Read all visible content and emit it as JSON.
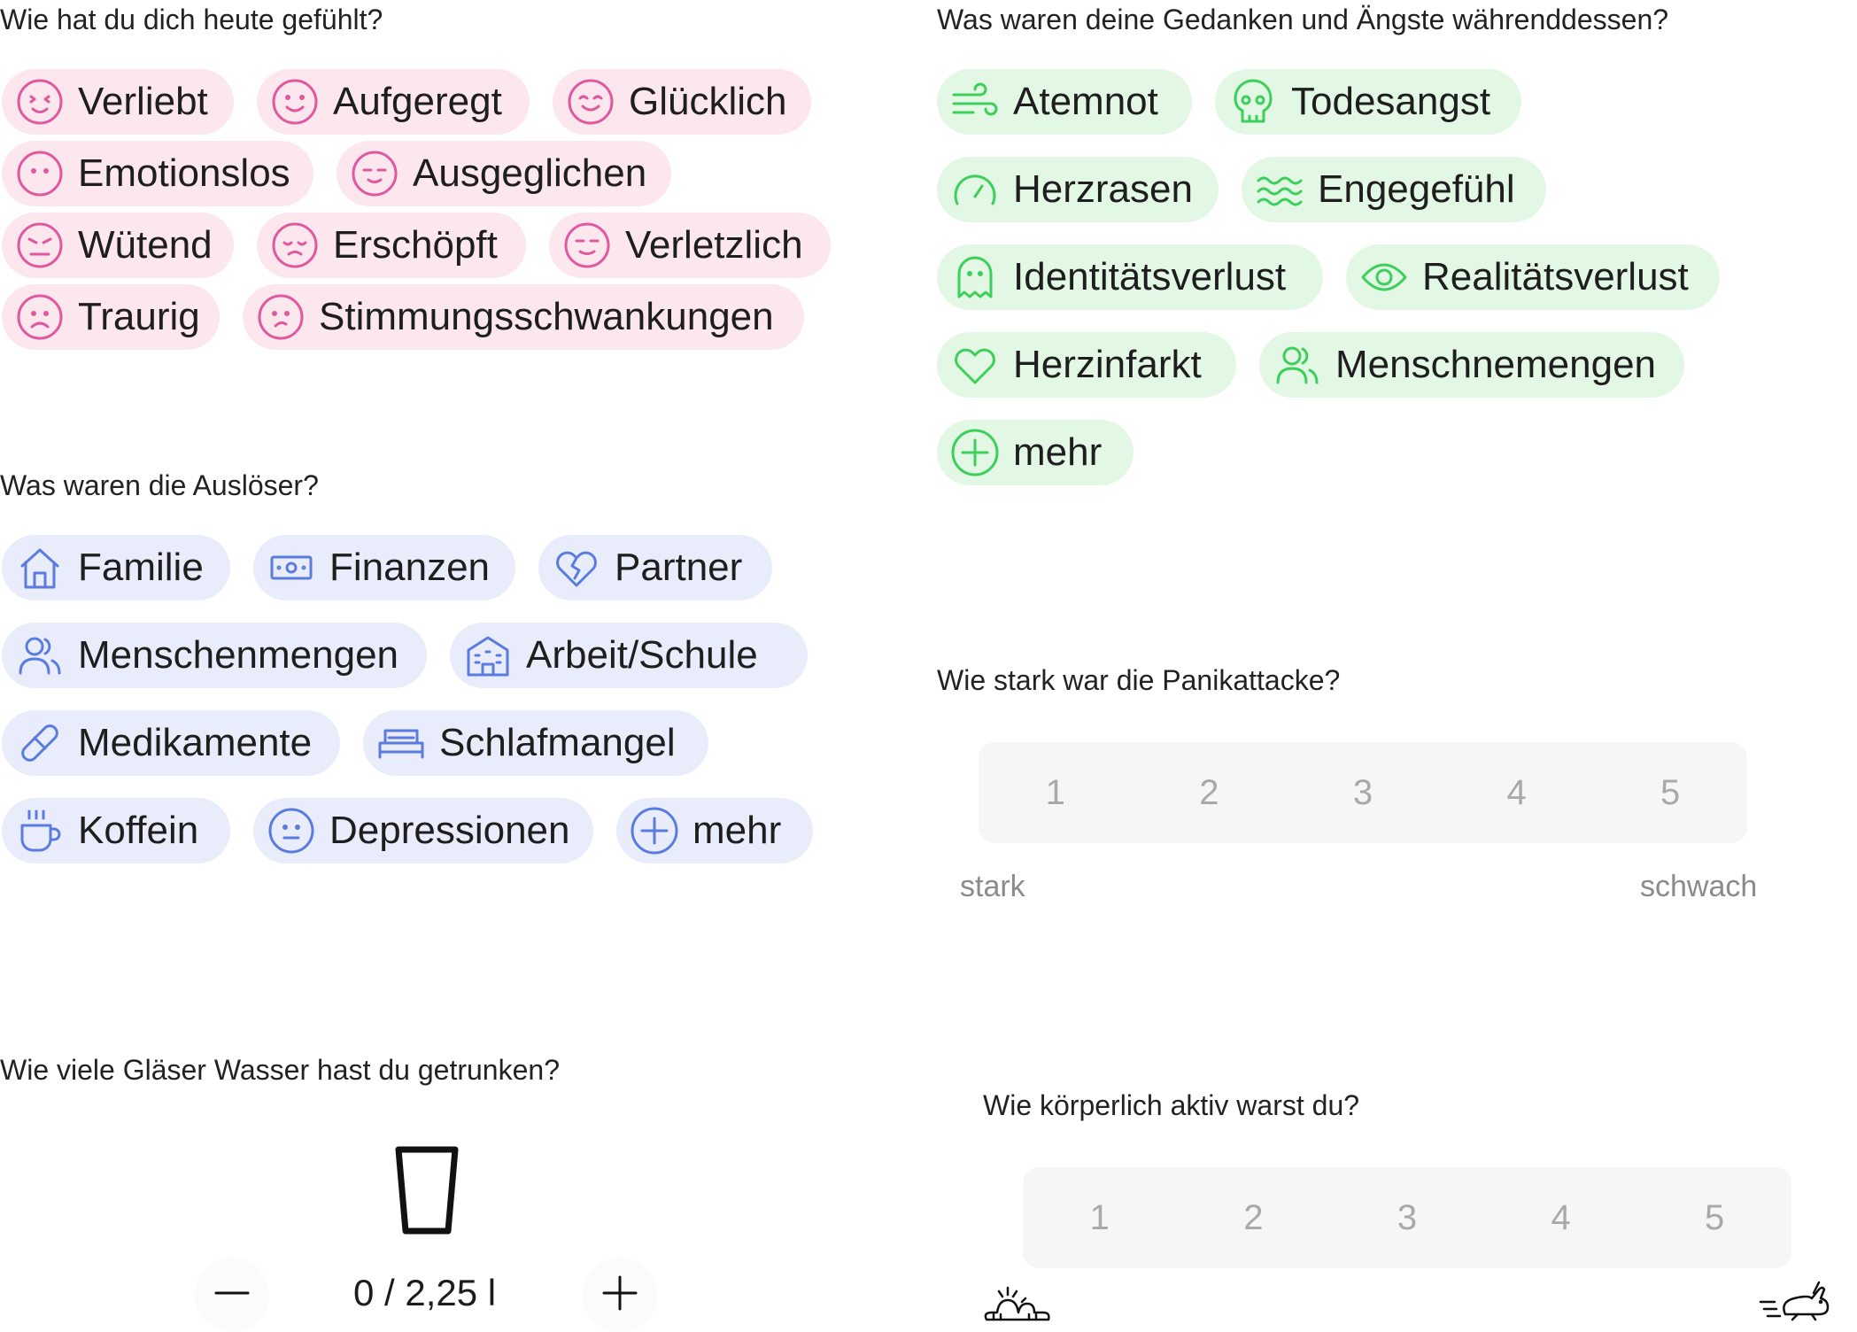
{
  "feelings": {
    "question": "Wie hat du dich heute gefühlt?",
    "rows": [
      [
        {
          "label": "Verliebt",
          "icon": "face-wink-icon"
        },
        {
          "label": "Aufgeregt",
          "icon": "face-smile-icon"
        },
        {
          "label": "Glücklich",
          "icon": "face-happy-icon"
        }
      ],
      [
        {
          "label": "Emotionslos",
          "icon": "face-blank-icon"
        },
        {
          "label": "Ausgeglichen",
          "icon": "face-calm-icon"
        }
      ],
      [
        {
          "label": "Wütend",
          "icon": "face-angry-icon"
        },
        {
          "label": "Erschöpft",
          "icon": "face-tired-icon"
        },
        {
          "label": "Verletzlich",
          "icon": "face-vulnerable-icon"
        }
      ],
      [
        {
          "label": "Traurig",
          "icon": "face-sad-icon"
        },
        {
          "label": "Stimmungsschwankungen",
          "icon": "face-unsure-icon"
        }
      ]
    ]
  },
  "triggers": {
    "question": "Was waren die Auslöser?",
    "rows": [
      [
        {
          "label": "Familie",
          "icon": "home-icon"
        },
        {
          "label": "Finanzen",
          "icon": "banknote-icon"
        },
        {
          "label": "Partner",
          "icon": "broken-heart-icon"
        }
      ],
      [
        {
          "label": "Menschenmengen",
          "icon": "people-icon"
        },
        {
          "label": "Arbeit/Schule",
          "icon": "building-icon"
        }
      ],
      [
        {
          "label": "Medikamente",
          "icon": "pill-icon"
        },
        {
          "label": "Schlafmangel",
          "icon": "bed-icon"
        }
      ],
      [
        {
          "label": "Koffein",
          "icon": "coffee-icon"
        },
        {
          "label": "Depressionen",
          "icon": "face-neutral-icon"
        },
        {
          "label": "mehr",
          "icon": "plus-circle-icon"
        }
      ]
    ]
  },
  "thoughts": {
    "question": "Was waren deine Gedanken und Ängste währenddessen?",
    "rows": [
      [
        {
          "label": "Atemnot",
          "icon": "wind-icon"
        },
        {
          "label": "Todesangst",
          "icon": "skull-icon"
        }
      ],
      [
        {
          "label": "Herzrasen",
          "icon": "speedometer-icon"
        },
        {
          "label": "Engegefühl",
          "icon": "waves-icon"
        }
      ],
      [
        {
          "label": "Identitätsverlust",
          "icon": "ghost-icon"
        },
        {
          "label": "Realitätsverlust",
          "icon": "eye-icon"
        }
      ],
      [
        {
          "label": "Herzinfarkt",
          "icon": "heart-icon"
        },
        {
          "label": "Menschnemengen",
          "icon": "people-icon"
        }
      ],
      [
        {
          "label": "mehr",
          "icon": "plus-circle-icon"
        }
      ]
    ]
  },
  "panic": {
    "question": "Wie stark war die Panikattacke?",
    "options": [
      "1",
      "2",
      "3",
      "4",
      "5"
    ],
    "low_label": "stark",
    "high_label": "schwach"
  },
  "water": {
    "question": "Wie viele Gläser Wasser hast du getrunken?",
    "value_text": "0 / 2,25 l",
    "minus_icon": "minus-icon",
    "plus_icon": "plus-icon",
    "glass_icon": "glass-icon"
  },
  "activity": {
    "question": "Wie körperlich aktiv warst du?",
    "options": [
      "1",
      "2",
      "3",
      "4",
      "5"
    ],
    "low_icon": "worm-icon",
    "high_icon": "rabbit-icon"
  },
  "colors": {
    "feelings_accent": "#e0589e",
    "feelings_bg": "#fde7ee",
    "triggers_accent": "#5a7be0",
    "triggers_bg": "#e9edfb",
    "thoughts_accent": "#3ccf5a",
    "thoughts_bg": "#e3f7e5"
  }
}
